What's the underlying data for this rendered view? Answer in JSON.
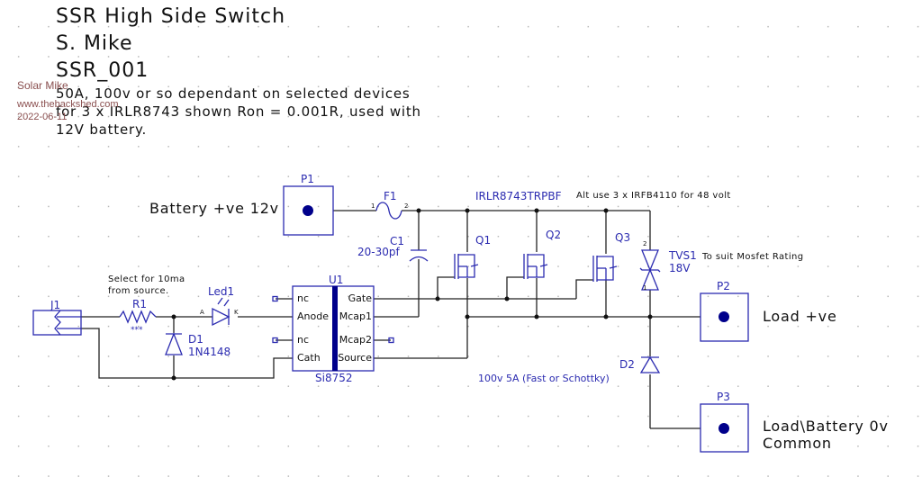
{
  "header": {
    "title": "SSR High Side Switch",
    "author": "S. Mike",
    "doc_id": "SSR_001",
    "description": [
      "50A, 100v or so dependant on selected devices",
      "for 3 x IRLR8743 shown Ron = 0.001R, used with",
      "12V battery."
    ]
  },
  "watermark": {
    "name": "Solar Mike",
    "site": "www.thebackshed.com",
    "date": "2022-06-11"
  },
  "colors": {
    "wire": "#222222",
    "component": "#2b2bb0",
    "pad": "#00008b",
    "watermark": "#8a4f4f"
  },
  "connectors": {
    "p1": {
      "ref": "P1",
      "label": "Battery +ve 12v"
    },
    "p2": {
      "ref": "P2",
      "label": "Load +ve"
    },
    "p3": {
      "ref": "P3",
      "label_line1": "Load\\Battery 0v",
      "label_line2": "Common"
    },
    "j1": {
      "ref": "J1"
    }
  },
  "components": {
    "f1": {
      "ref": "F1",
      "pin1": "1",
      "pin2": "2"
    },
    "c1": {
      "ref": "C1",
      "value": "20-30pf"
    },
    "mosfet_part": "IRLR8743TRPBF",
    "alt_note": "Alt use 3 x IRFB4110 for 48 volt",
    "q1": {
      "ref": "Q1"
    },
    "q2": {
      "ref": "Q2"
    },
    "q3": {
      "ref": "Q3"
    },
    "tvs1": {
      "ref": "TVS1",
      "value": "18V",
      "note": "To suit Mosfet Rating",
      "pin1": "1",
      "pin2": "2"
    },
    "r1": {
      "ref": "R1",
      "value": "***",
      "note_line1": "Select for 10ma",
      "note_line2": "from source."
    },
    "led1": {
      "ref": "Led1",
      "pin_a": "A",
      "pin_k": "K"
    },
    "d1": {
      "ref": "D1",
      "value": "1N4148"
    },
    "d2": {
      "ref": "D2",
      "value": "100v 5A (Fast or Schottky)"
    },
    "u1": {
      "ref": "U1",
      "part": "Si8752",
      "left_pins": [
        "nc",
        "Anode",
        "nc",
        "Cath"
      ],
      "right_pins": [
        "Gate",
        "Mcap1",
        "Mcap2",
        "Source"
      ]
    }
  }
}
